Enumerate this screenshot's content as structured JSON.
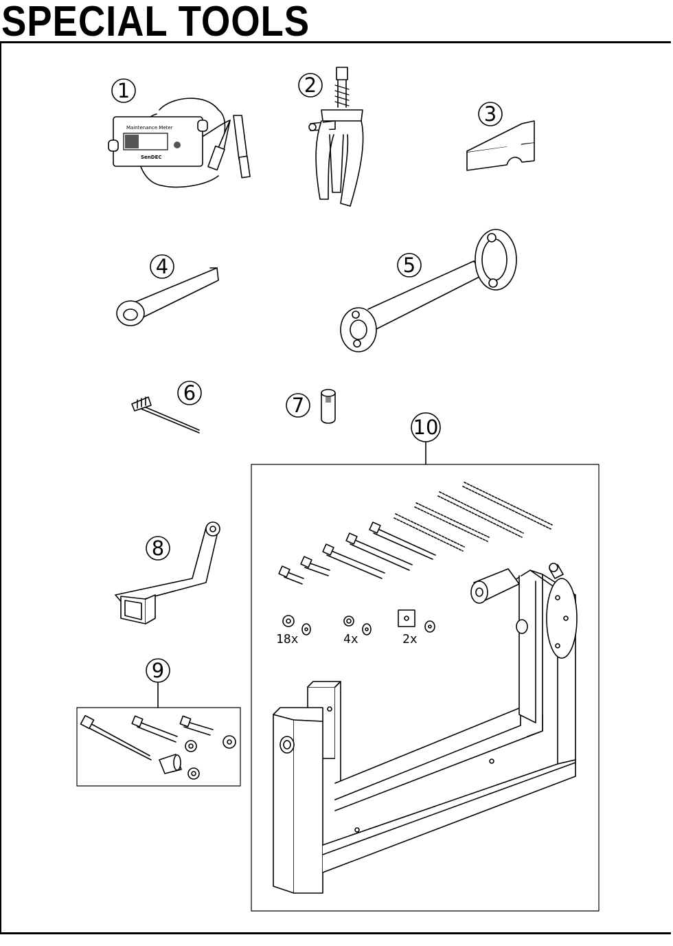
{
  "page": {
    "title": "SPECIAL TOOLS"
  },
  "device_labels": {
    "meter_title": "Maintenance Meter",
    "meter_brand": "SenDEC"
  },
  "callouts": [
    "1",
    "2",
    "3",
    "4",
    "5",
    "6",
    "7",
    "8",
    "9",
    "10"
  ],
  "quantities": [
    "18x",
    "4x",
    "2x"
  ]
}
